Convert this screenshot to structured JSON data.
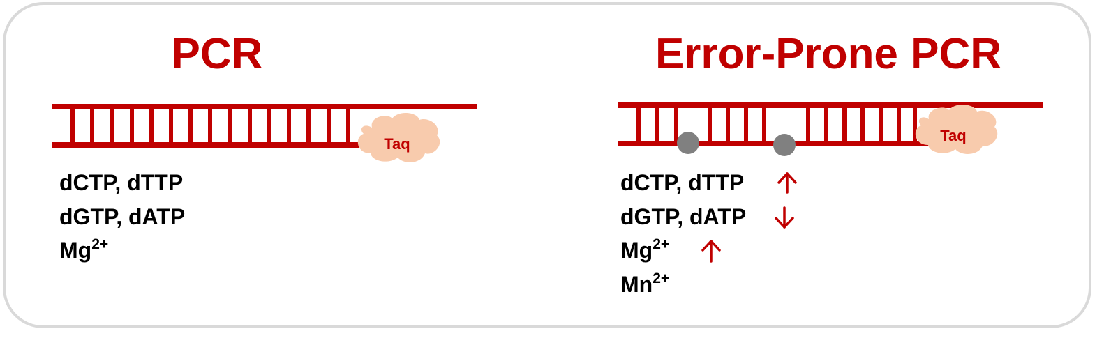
{
  "colors": {
    "accent": "#c00000",
    "taq_fill": "#f8cbad",
    "mismatch": "#808080",
    "frame_border": "#d9d9d9",
    "text": "#000000"
  },
  "panels": {
    "pcr": {
      "title": "PCR",
      "enzyme_label": "Taq",
      "reagents": [
        {
          "text": "dCTP, dTTP"
        },
        {
          "text": "dGTP, dATP"
        },
        {
          "base": "Mg",
          "sup": "2+"
        }
      ]
    },
    "error_prone": {
      "title": "Error-Prone PCR",
      "enzyme_label": "Taq",
      "reagents": [
        {
          "text": "dCTP, dTTP",
          "change": "up"
        },
        {
          "text": "dGTP, dATP",
          "change": "down"
        },
        {
          "base": "Mg",
          "sup": "2+",
          "change": "up"
        },
        {
          "base": "Mn",
          "sup": "2+"
        }
      ]
    }
  }
}
